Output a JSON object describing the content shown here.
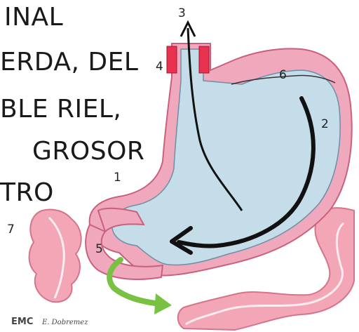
{
  "text_lines": [
    "INAL",
    "ERDA,  DEL",
    "BLE RIEL,",
    "GROSOR",
    "TRO"
  ],
  "labels": {
    "n1": "1",
    "n2": "2",
    "n3": "3",
    "n4": "4",
    "n5": "5",
    "n6": "6",
    "n7": "7"
  },
  "signature": "E. Dobremez",
  "logo": "EMC",
  "colors": {
    "fluid": "#c5dde9",
    "wall": "#f0a8bc",
    "wall_outline": "#c9607e",
    "sphincter": "#e8324f",
    "arrow_black": "#111111",
    "arrow_green": "#79c142",
    "colon": "#f3a7b6"
  }
}
